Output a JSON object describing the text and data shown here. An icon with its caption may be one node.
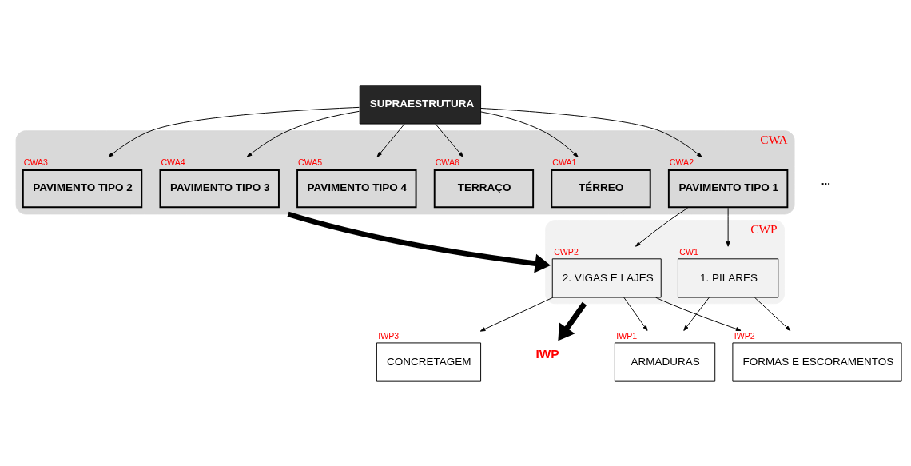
{
  "diagram": {
    "nodes": [
      {
        "text": [
          "SUPRAESTRUTURA"
        ]
      },
      {
        "text": [
          "CWA"
        ]
      },
      {
        "text": [
          "TÉRREO"
        ],
        "in": 1,
        "beside": [
          "CWA1"
        ]
      },
      {
        "text": [
          "PAVIMENTO TIPO 1"
        ],
        "in": 1,
        "beside": [
          "CWA2"
        ]
      },
      {
        "text": [
          "PAVIMENTO TIPO 2"
        ],
        "in": 1,
        "beside": [
          "CWA3"
        ]
      },
      {
        "text": [
          "PAVIMENTO TIPO 3"
        ],
        "in": 1,
        "beside": [
          "CWA4"
        ]
      },
      {
        "text": [
          "PAVIMENTO TIPO 4"
        ],
        "in": 1,
        "beside": [
          "CWA5"
        ]
      },
      {
        "text": [
          "TERRAÇO"
        ],
        "in": 1,
        "beside": [
          "CWA6"
        ]
      },
      {
        "text": [
          "CWP"
        ]
      },
      {
        "text": [
          "1. PILARES"
        ],
        "in": 8,
        "beside": [
          "CW1"
        ]
      },
      {
        "text": [
          "2. VIGAS E LAJES"
        ],
        "in": 8,
        "beside": [
          "CWP2"
        ]
      },
      {
        "text": [
          "IWP"
        ]
      },
      {
        "text": [
          "ARMADURAS"
        ],
        "beside": [
          "IWP1"
        ]
      },
      {
        "text": [
          "FORMAS E ESCORAMENTOS"
        ],
        "beside": [
          "IWP2"
        ]
      },
      {
        "text": [
          "CONCRETAGEM"
        ],
        "beside": [
          "IWP3"
        ]
      }
    ],
    "edges": [
      {
        "from": 0,
        "to": 2,
        "arrow": "to"
      },
      {
        "from": 0,
        "to": 3,
        "arrow": "to"
      },
      {
        "from": 0,
        "to": 4,
        "arrow": "to"
      },
      {
        "from": 0,
        "to": 5,
        "arrow": "to"
      },
      {
        "from": 0,
        "to": 6,
        "arrow": "to"
      },
      {
        "from": 0,
        "to": 7,
        "arrow": "to"
      },
      {
        "from": 3,
        "to": 9,
        "arrow": "to"
      },
      {
        "from": 3,
        "to": 10,
        "arrow": "to"
      },
      {
        "from": 9,
        "to": 12,
        "arrow": "to"
      },
      {
        "from": 9,
        "to": 13,
        "arrow": "to"
      },
      {
        "from": 10,
        "to": 12,
        "arrow": "to"
      },
      {
        "from": 10,
        "to": 13,
        "arrow": "to"
      },
      {
        "from": 10,
        "to": 14,
        "arrow": "to"
      },
      {
        "from": 1,
        "to": 8,
        "arrow": "to",
        "style": "thick"
      },
      {
        "from": 8,
        "to": 11,
        "arrow": "to",
        "style": "thick"
      }
    ],
    "labels": [
      "..."
    ]
  }
}
